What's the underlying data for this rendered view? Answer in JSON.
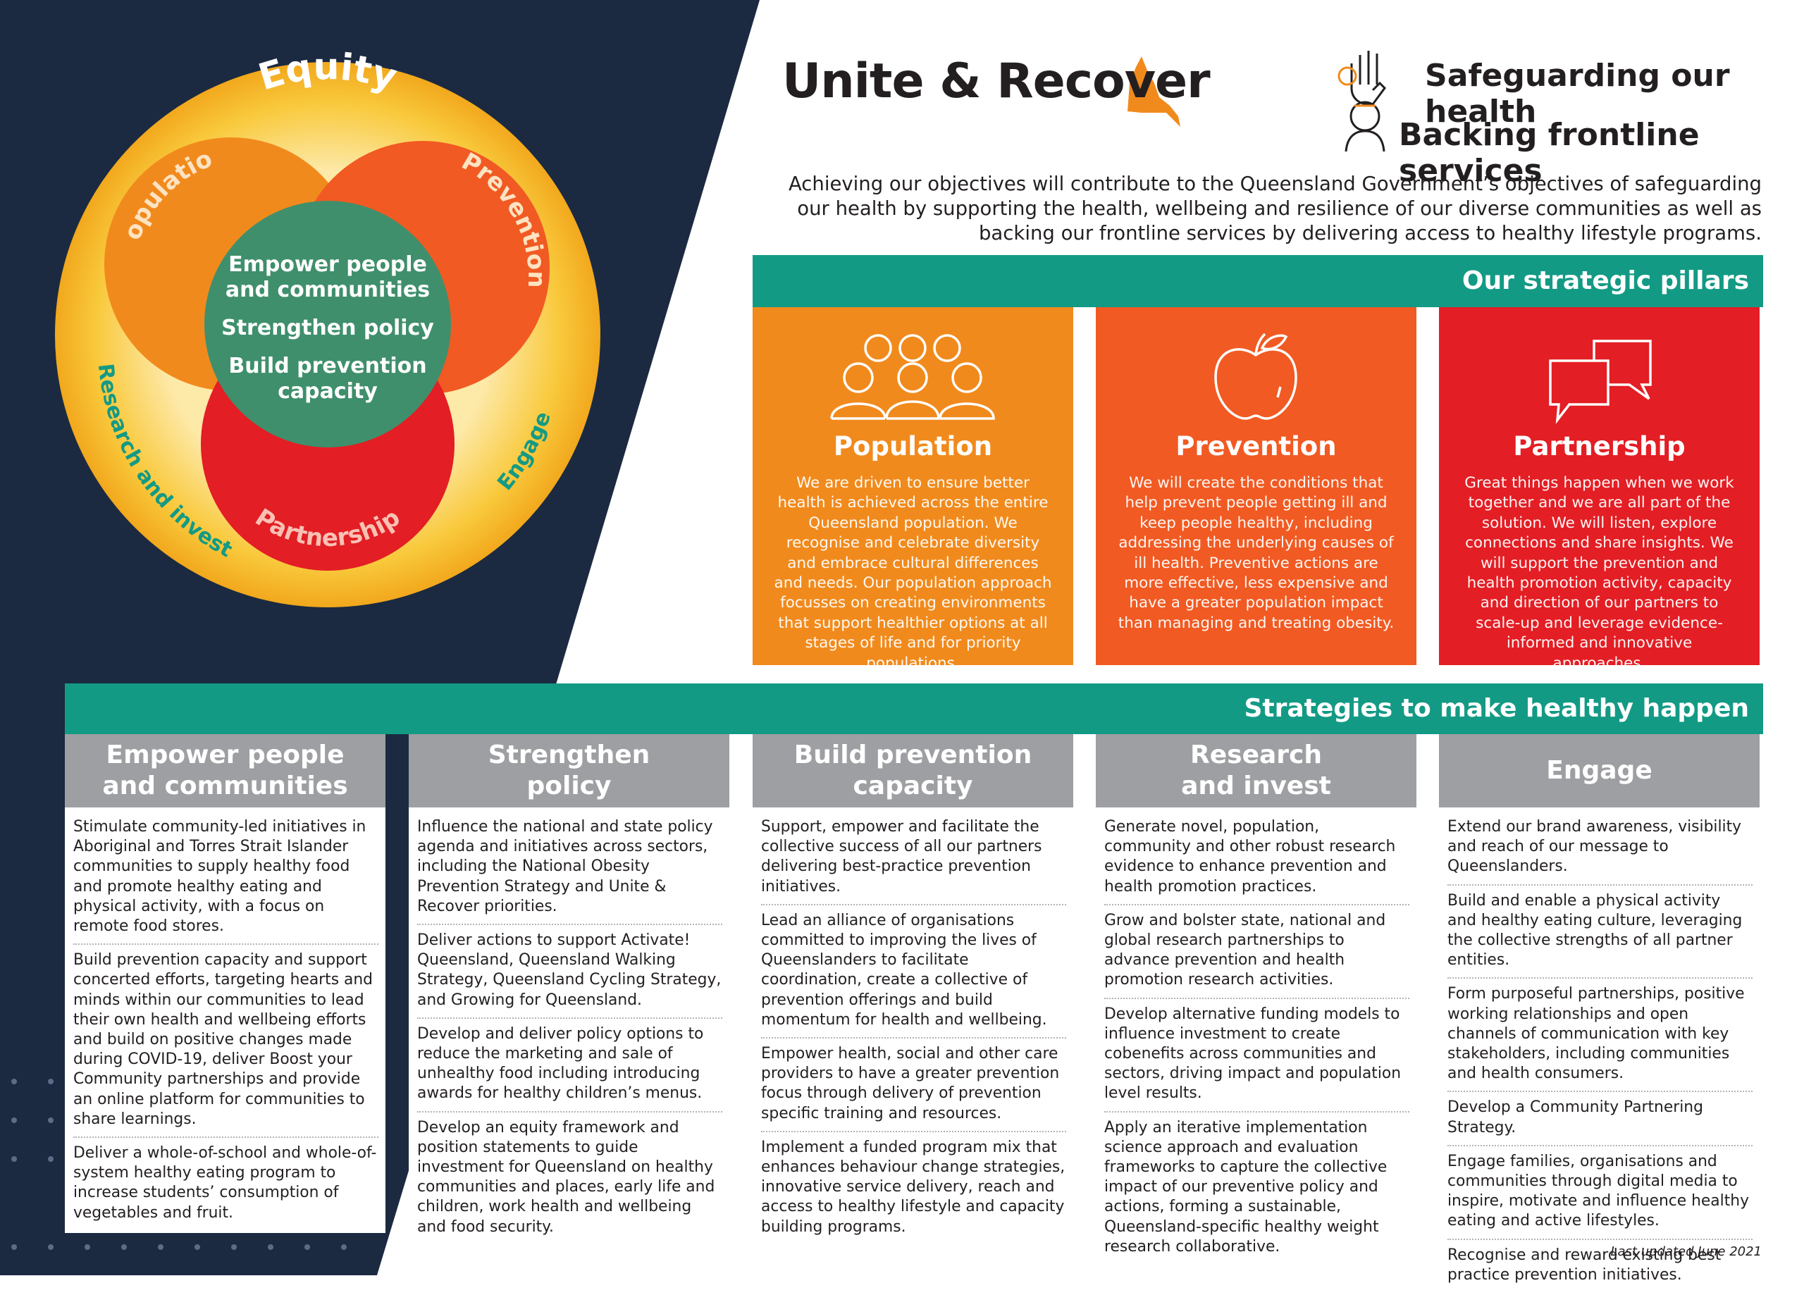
{
  "venn": {
    "outer_label": "Equity",
    "circle_labels": [
      "Population",
      "Prevention",
      "Partnership"
    ],
    "center_lines": [
      "Empower people and communities",
      "Strengthen policy",
      "Build prevention capacity"
    ],
    "ring_labels": [
      "Research and invest",
      "Engage"
    ]
  },
  "header": {
    "title": "Unite & Recover",
    "taglines": [
      "Safeguarding our health",
      "Backing frontline services"
    ],
    "intro": "Achieving our objectives will contribute to the Queensland Government’s objectives of safeguarding our health by supporting the health, wellbeing and resilience of our diverse communities as well as backing our frontline services by delivering access to healthy lifestyle programs."
  },
  "pillars_banner": "Our strategic pillars",
  "pillars": [
    {
      "title": "Population",
      "icon": "people-group-icon",
      "color": "#f18a1c",
      "text": "We are driven to ensure better health is achieved across the entire Queensland population. We recognise and celebrate diversity and embrace cultural differences and needs. Our population approach focusses on creating environments that support healthier options at all stages of life and for priority populations."
    },
    {
      "title": "Prevention",
      "icon": "apple-icon",
      "color": "#f15a22",
      "text": "We will create the conditions that help prevent people getting ill and keep people healthy, including addressing the underlying causes of ill health. Preventive actions are more effective, less expensive and have a greater population impact than managing and treating obesity."
    },
    {
      "title": "Partnership",
      "icon": "speech-bubbles-icon",
      "color": "#e31e24",
      "text": "Great things happen when we work together and we are all part of the solution. We will listen, explore connections and share insights. We will support the prevention and health promotion activity, capacity and direction of our partners to scale-up and leverage evidence-informed and innovative approaches."
    }
  ],
  "strategies_banner": "Strategies to make healthy happen",
  "strategies": [
    {
      "heading": "Empower people\nand communities",
      "items": [
        "Stimulate community-led initiatives in Aboriginal and Torres Strait Islander communities to supply healthy food and promote healthy eating and physical activity, with a focus on remote food stores.",
        "Build prevention capacity and support concerted efforts, targeting hearts and minds within our communities to lead their own health and wellbeing efforts and build on positive changes made during COVID-19, deliver Boost your Community partnerships and provide an online platform for communities to share learnings.",
        "Deliver a whole-of-school and whole-of-system healthy eating program to increase students’ consumption of vegetables and fruit."
      ]
    },
    {
      "heading": "Strengthen\npolicy",
      "items": [
        "Influence the national and state policy agenda and initiatives across sectors, including the National Obesity Prevention Strategy and Unite & Recover priorities.",
        "Deliver actions to support Activate! Queensland, Queensland Walking Strategy, Queensland Cycling Strategy, and Growing for Queensland.",
        "Develop and deliver policy options to reduce the marketing and sale of unhealthy food including introducing awards for healthy children’s menus.",
        "Develop an equity framework and position statements to guide investment for Queensland on healthy communities and places, early life and children, work health and wellbeing and food security."
      ]
    },
    {
      "heading": "Build prevention\ncapacity",
      "items": [
        "Support, empower and facilitate the collective success of all our partners delivering best-practice prevention initiatives.",
        "Lead an alliance of organisations committed to improving the lives of Queenslanders to facilitate coordination, create a collective of prevention offerings and build momentum for health and wellbeing.",
        "Empower health, social and other care providers to have a greater prevention focus through delivery of prevention specific training and resources.",
        "Implement a funded program mix that enhances behaviour change strategies, innovative service delivery, reach and access to healthy lifestyle and capacity building programs."
      ]
    },
    {
      "heading": "Research\nand invest",
      "items": [
        "Generate novel, population, community and other robust research evidence to enhance prevention and health promotion practices.",
        "Grow and bolster state, national and global research partnerships to advance prevention and health promotion research activities.",
        "Develop alternative funding models to influence investment to create cobenefits across communities and sectors, driving impact and population level results.",
        "Apply an iterative implementation science approach and evaluation frameworks to capture the collective impact of our preventive policy and actions, forming a sustainable, Queensland-specific healthy weight research collaborative."
      ]
    },
    {
      "heading": "Engage",
      "items": [
        "Extend our brand awareness, visibility and reach of our message to Queenslanders.",
        "Build and enable a physical activity and healthy eating culture, leveraging the collective strengths of all partner entities.",
        "Form purposeful partnerships, positive working relationships and open channels of communication with key stakeholders, including communities and health consumers.",
        "Develop a Community Partnering Strategy.",
        "Engage families, organisations and communities through digital media to inspire, motivate and influence healthy eating and active lifestyles.",
        "Recognise and reward existing best practice prevention initiatives."
      ]
    }
  ],
  "footer": "Last updated June 2021",
  "colors": {
    "navy": "#1b2a41",
    "teal": "#139a85",
    "grey": "#9e9fa3",
    "yellow": "#f6b81b",
    "orange": "#f18a1c",
    "red_orange": "#f15a22",
    "red": "#e31e24",
    "green": "#3f8f6c"
  }
}
